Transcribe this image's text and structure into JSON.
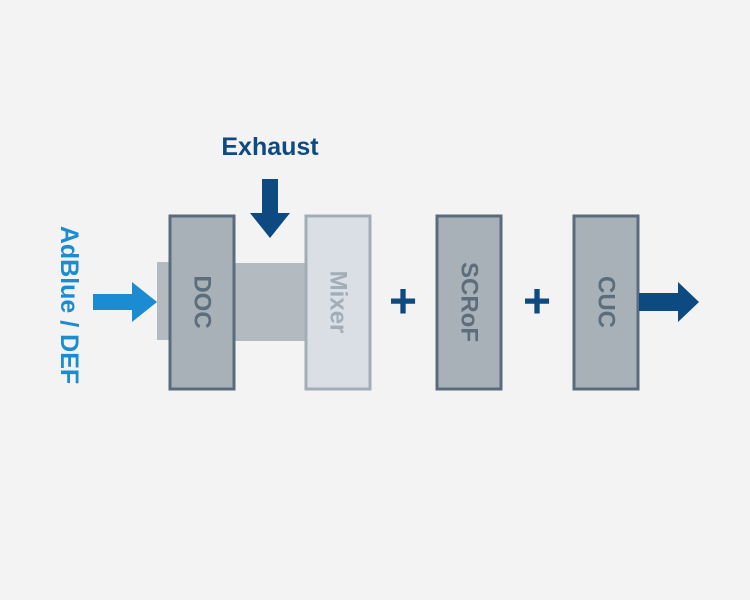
{
  "labels": {
    "exhaust": "Exhaust",
    "adblue": "AdBlue / DEF",
    "doc": "DOC",
    "mixer": "Mixer",
    "scrof": "SCRoF",
    "cuc": "CUC",
    "plus_1": "+",
    "plus_2": "+"
  },
  "colors": {
    "background": "#f3f3f3",
    "dark_blue": "#0d4a82",
    "light_blue": "#1b8cd1",
    "block_fill": "#a9b1b8",
    "block_border": "#5a6b7b",
    "block_text": "#5c6d7c",
    "mixer_fill": "#d9dfe4",
    "mixer_border": "#a2adb7",
    "mixer_text": "#a2adb7",
    "pipe_fill": "#b3bbc1"
  },
  "icons": {
    "exhaust_arrow": "arrow-down-icon",
    "adblue_arrow": "arrow-right-icon",
    "output_arrow": "arrow-right-icon"
  }
}
